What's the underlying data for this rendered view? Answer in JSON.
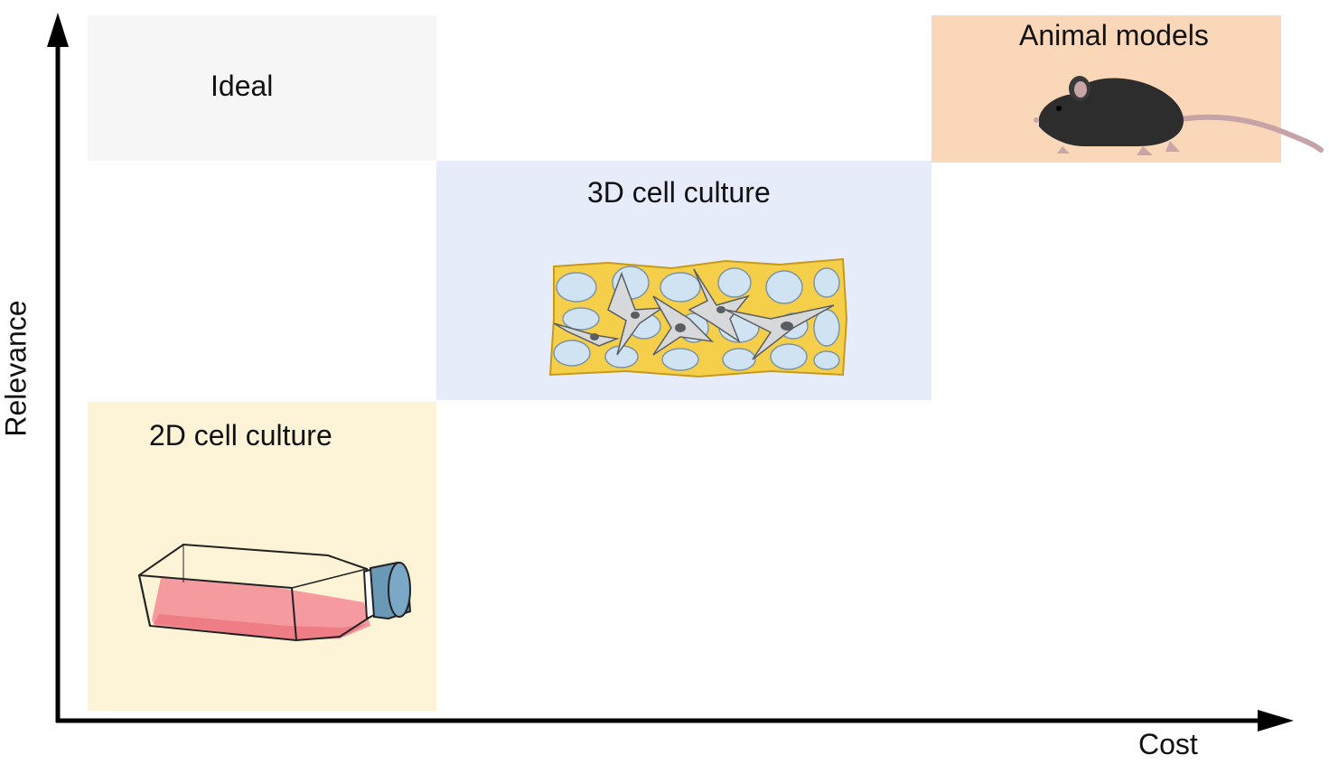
{
  "axes": {
    "x_label": "Cost",
    "y_label": "Relevance"
  },
  "regions": {
    "ideal": {
      "label": "Ideal",
      "color": "#f6f6f6"
    },
    "culture_3d": {
      "label": "3D cell culture",
      "color": "#e7ecfa",
      "illustration": "scaffold-cells-icon"
    },
    "culture_2d": {
      "label": "2D cell culture",
      "color": "#fdf4d8",
      "illustration": "culture-flask-icon"
    },
    "animal_models": {
      "label": "Animal models",
      "color": "#fbd7ba",
      "illustration": "mouse-icon"
    }
  }
}
